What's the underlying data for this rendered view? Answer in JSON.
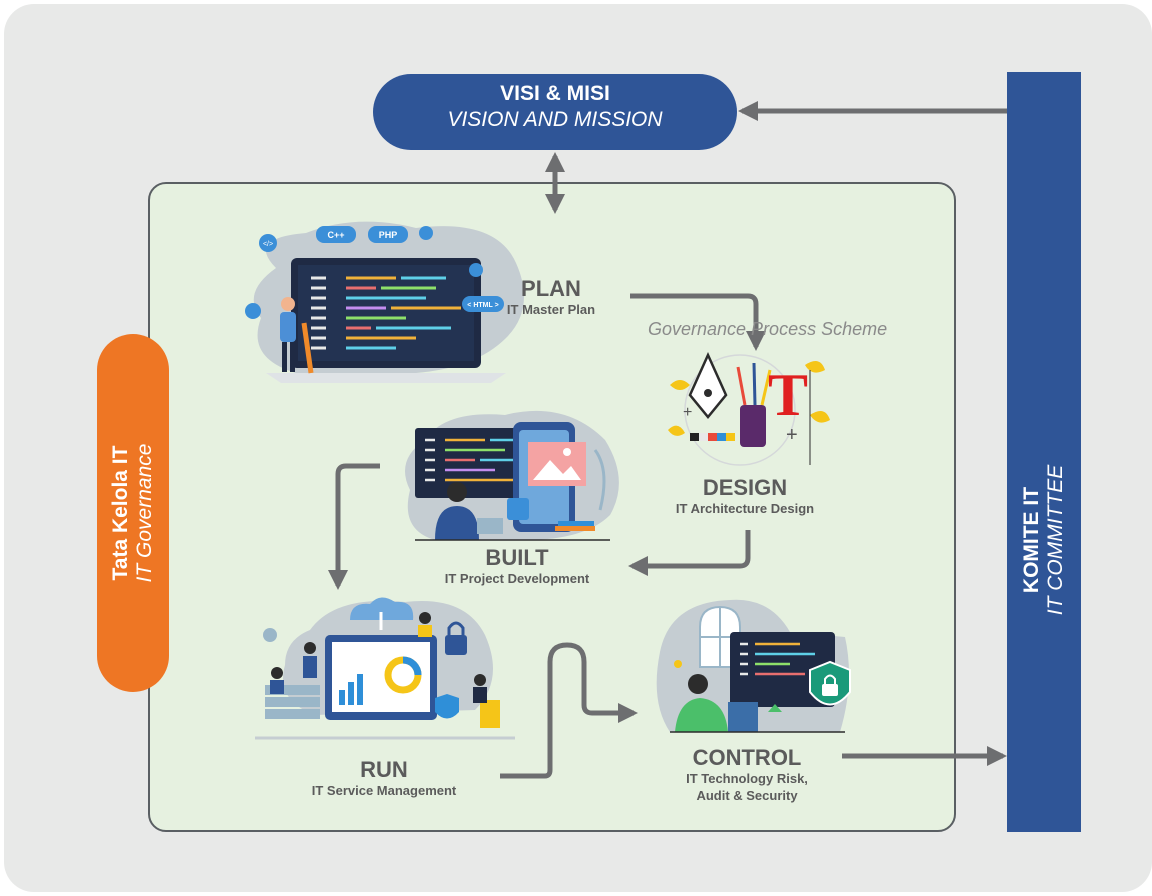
{
  "vision": {
    "title": "VISI & MISI",
    "subtitle": "VISION AND MISSION"
  },
  "governance": {
    "title": "Tata Kelola IT",
    "subtitle": "IT Governance"
  },
  "committee": {
    "title": "KOMITE IT",
    "subtitle": "IT COMMITTEE"
  },
  "scheme_caption": "Governance Process Scheme",
  "stages": {
    "plan": {
      "title": "PLAN",
      "subtitle": "IT Master Plan"
    },
    "design": {
      "title": "DESIGN",
      "subtitle": "IT Architecture Design"
    },
    "built": {
      "title": "BUILT",
      "subtitle": "IT Project Development"
    },
    "run": {
      "title": "RUN",
      "subtitle": "IT Service Management"
    },
    "control": {
      "title": "CONTROL",
      "subtitle_line1": "IT Technology Risk,",
      "subtitle_line2": "Audit & Security"
    }
  },
  "badges": {
    "cpp": "C++",
    "php": "PHP",
    "html": "< HTML >",
    "code": "</>"
  },
  "colors": {
    "blue": "#2f5597",
    "orange": "#ee7624",
    "arrow": "#6d6e70",
    "panel": "#e6f1e0",
    "background": "#e8e9e8"
  }
}
